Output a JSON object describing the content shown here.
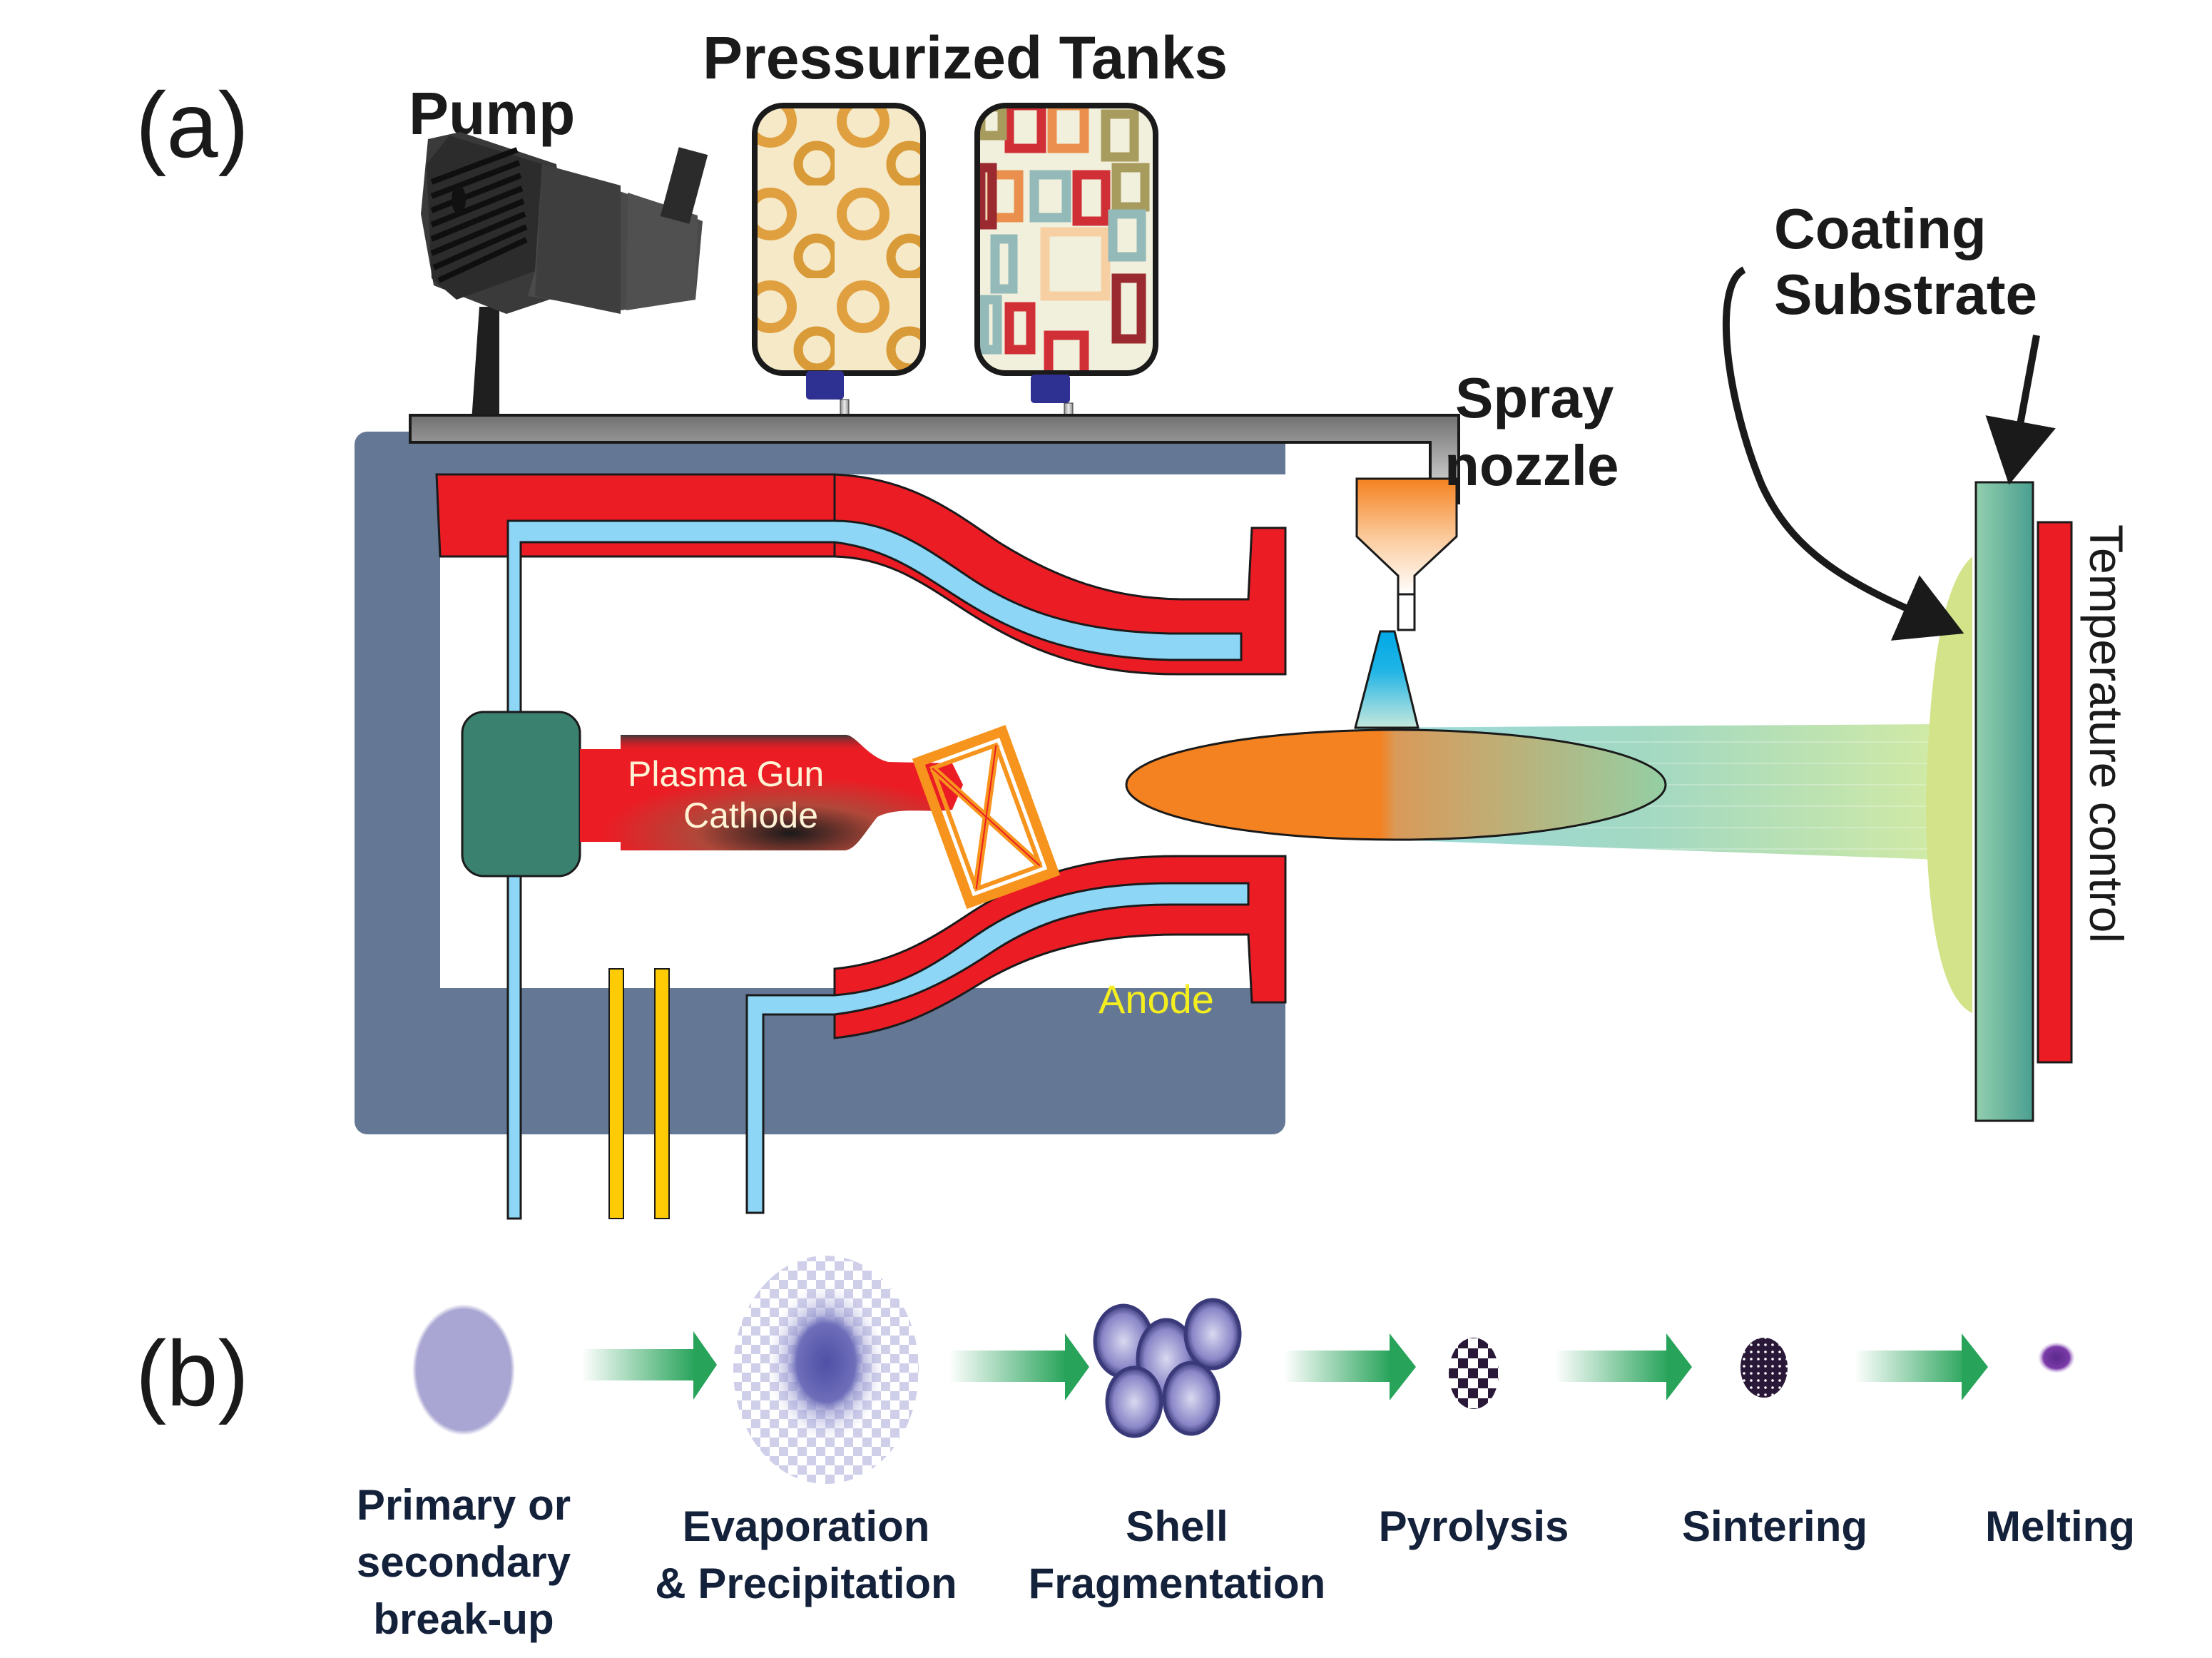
{
  "panel_a": {
    "label": "(a)",
    "pump_label": "Pump",
    "tanks_label": "Pressurized Tanks",
    "spray_label_line1": "Spray",
    "spray_label_line2": "nozzle",
    "coating_label": "Coating",
    "substrate_label": "Substrate",
    "temperature_label": "Temperature control",
    "plasma_gun_line1": "Plasma Gun",
    "plasma_gun_line2": "Cathode",
    "anode_label": "Anode",
    "colors": {
      "housing": "#647896",
      "electrode_red": "#ec1c24",
      "coolant_blue": "#8dd6f5",
      "insulator_teal": "#3a8170",
      "power_yellow": "#ffcb05",
      "tank_base": "#2e3192",
      "flame_orange": "#f48220",
      "substrate_green": "#5aa895",
      "coating_lime": "#d2e389"
    }
  },
  "panel_b": {
    "label": "(b)",
    "steps": [
      {
        "line1": "Primary or",
        "line2": "secondary",
        "line3": "break-up"
      },
      {
        "line1": "Evaporation",
        "line2": "& Precipitation"
      },
      {
        "line1": "Shell",
        "line2": "Fragmentation"
      },
      {
        "line1": "Pyrolysis"
      },
      {
        "line1": "Sintering"
      },
      {
        "line1": "Melting"
      }
    ],
    "arrow_color": "#27a35a",
    "particle_color": "#5a5aa8"
  }
}
